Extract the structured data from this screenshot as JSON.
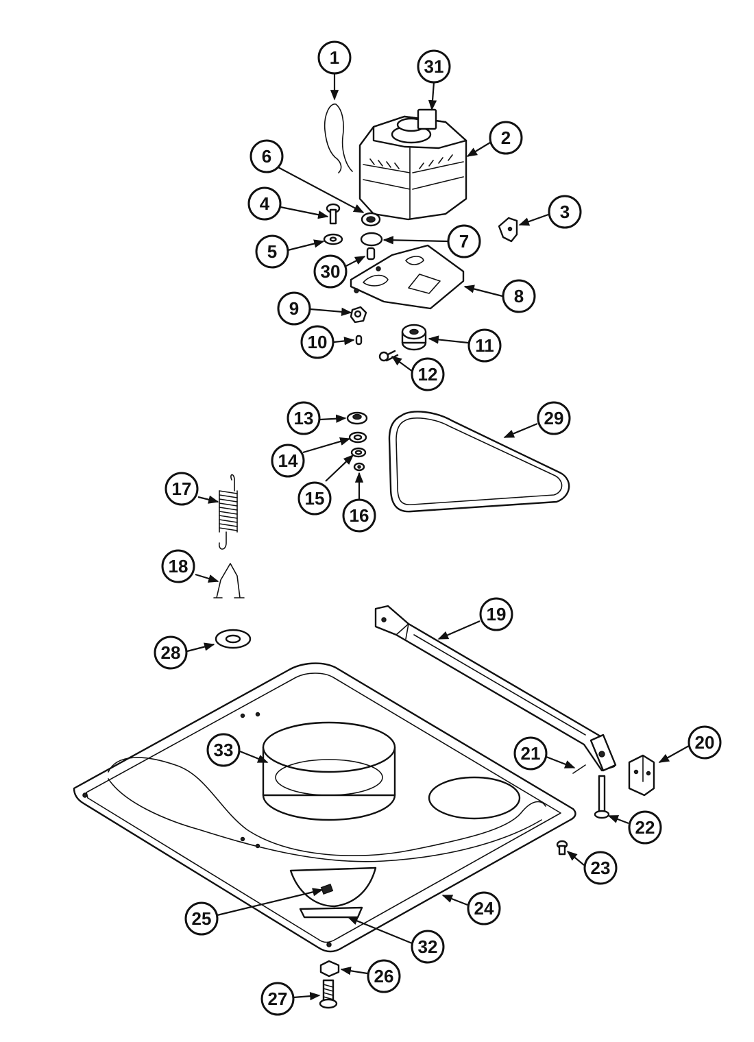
{
  "callouts": [
    "1",
    "2",
    "3",
    "4",
    "5",
    "6",
    "7",
    "8",
    "9",
    "10",
    "11",
    "12",
    "13",
    "14",
    "15",
    "16",
    "17",
    "18",
    "19",
    "20",
    "21",
    "22",
    "23",
    "24",
    "25",
    "26",
    "27",
    "28",
    "29",
    "30",
    "31",
    "32",
    "33"
  ]
}
